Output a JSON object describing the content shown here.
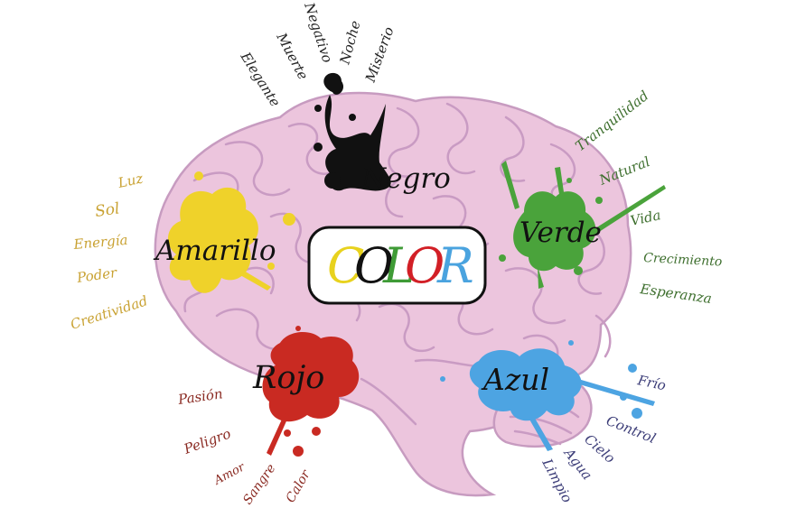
{
  "center": {
    "letters": [
      {
        "char": "C",
        "color": "#e8d21e"
      },
      {
        "char": "O",
        "color": "#111111"
      },
      {
        "char": "L",
        "color": "#3f9b36"
      },
      {
        "char": "O",
        "color": "#d21f26"
      },
      {
        "char": "R",
        "color": "#4aa3df"
      }
    ]
  },
  "colors": {
    "amarillo": {
      "name": "Amarillo",
      "hex": "#efd22a",
      "text_hex": "#c9a233",
      "words": [
        "Luz",
        "Sol",
        "Energía",
        "Poder",
        "Creatividad"
      ]
    },
    "negro": {
      "name": "Negro",
      "hex": "#111111",
      "text_hex": "#222222",
      "words": [
        "Elegante",
        "Muerte",
        "Negativo",
        "Noche",
        "Misterio"
      ]
    },
    "verde": {
      "name": "Verde",
      "hex": "#4aa33b",
      "text_hex": "#3e6f2e",
      "words": [
        "Tranquilidad",
        "Natural",
        "Vida",
        "Crecimiento",
        "Esperanza"
      ]
    },
    "rojo": {
      "name": "Rojo",
      "hex": "#c92a22",
      "text_hex": "#8a2a22",
      "words": [
        "Pasión",
        "Peligro",
        "Amor",
        "Sangre",
        "Calor"
      ]
    },
    "azul": {
      "name": "Azul",
      "hex": "#4da4e2",
      "text_hex": "#3c3d78",
      "words": [
        "Frío",
        "Control",
        "Cielo",
        "Agua",
        "Limpio"
      ]
    }
  },
  "brain": {
    "fill": "#ecc5dd",
    "stroke": "#c79bc0"
  }
}
